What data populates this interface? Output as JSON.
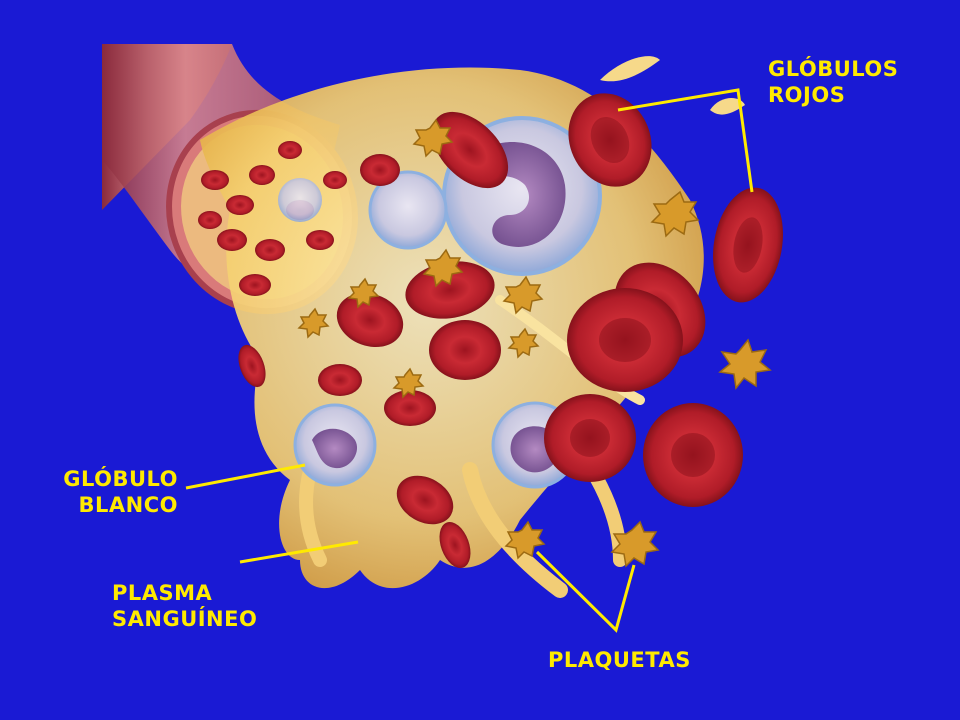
{
  "background_color": "#1a1ad4",
  "label_color": "#ffea00",
  "labels": {
    "red_cells": {
      "line1": "GLÓBULOS",
      "line2": "ROJOS"
    },
    "white_cell": {
      "line1": "GLÓBULO",
      "line2": "BLANCO"
    },
    "plasma": {
      "line1": "PLASMA",
      "line2": "SANGUÍNEO"
    },
    "platelets": {
      "line1": "PLAQUETAS"
    }
  },
  "illustration": {
    "subject": "blood-vessel-cross-section",
    "elements": [
      "red-blood-cells",
      "white-blood-cells",
      "platelets",
      "plasma"
    ]
  }
}
